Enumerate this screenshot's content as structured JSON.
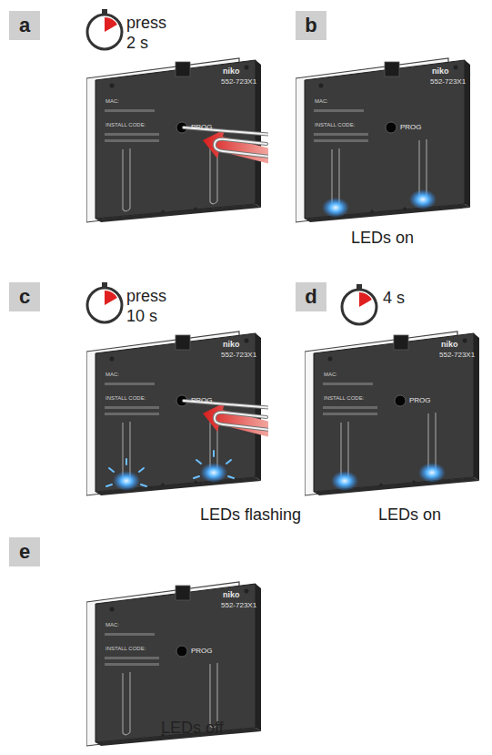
{
  "diagram": {
    "nodes": [
      {
        "text": [
          "a"
        ]
      },
      {
        "text": [
          "b"
        ]
      },
      {
        "text": [
          "c"
        ]
      },
      {
        "text": [
          "d"
        ]
      },
      {
        "text": [
          "e"
        ]
      }
    ],
    "labels": [
      "press",
      "2 s",
      "niko",
      "552-723X1",
      "MAC:",
      "INSTALL CODE:",
      "PROG",
      "niko",
      "552-723X1",
      "MAC:",
      "INSTALL CODE:",
      "PROG",
      "LEDs on",
      "press",
      "10 s",
      "niko",
      "552-723X1",
      "MAC:",
      "INSTALL CODE:",
      "PROG",
      "LEDs flashing",
      "4 s",
      "niko",
      "552-723X1",
      "MAC:",
      "INSTALL CODE:",
      "PROG",
      "LEDs on",
      "niko",
      "552-723X1",
      "MAC:",
      "INSTALL CODE:",
      "PROG",
      "LEDs off"
    ]
  }
}
